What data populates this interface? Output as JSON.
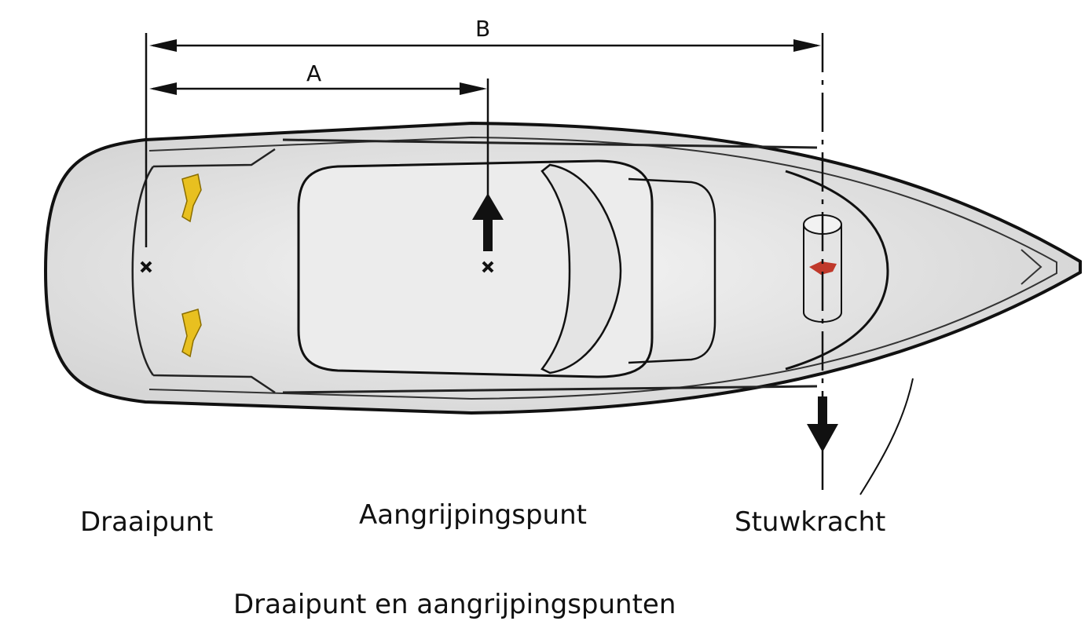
{
  "dimensions": {
    "a_label": "A",
    "b_label": "B"
  },
  "labels": {
    "pivot": "Draaipunt",
    "application_point": "Aangrijpingspunt",
    "thrust": "Stuwkracht"
  },
  "caption": "Draaipunt en aangrijpingspunten",
  "colors": {
    "hull": "#e6e6e6",
    "engine": "#e8c020",
    "thruster": "#c0392b",
    "line": "#111111"
  }
}
